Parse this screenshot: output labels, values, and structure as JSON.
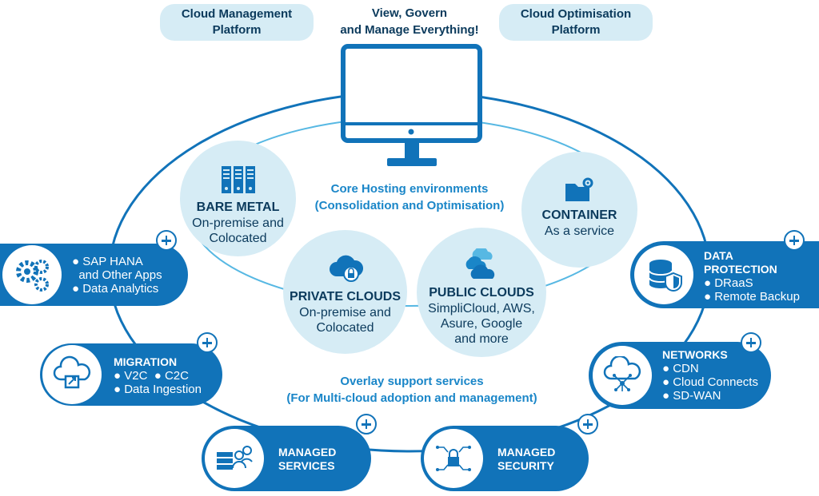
{
  "header": {
    "left_pill": [
      "Cloud Management",
      "Platform"
    ],
    "center": [
      "View, Govern",
      "and Manage Everything!"
    ],
    "right_pill": [
      "Cloud Optimisation",
      "Platform"
    ]
  },
  "core": {
    "line1": "Core Hosting environments",
    "line2": "(Consolidation and Optimisation)"
  },
  "overlay": {
    "line1": "Overlay support services",
    "line2": "(For Multi-cloud adoption and management)"
  },
  "circles": {
    "bare_metal": {
      "title": "BARE METAL",
      "sub1": "On-premise and",
      "sub2": "Colocated"
    },
    "container": {
      "title": "CONTAINER",
      "sub1": "As a service"
    },
    "private": {
      "title": "PRIVATE CLOUDS",
      "sub1": "On-premise and",
      "sub2": "Colocated"
    },
    "public": {
      "title": "PUBLIC CLOUDS",
      "sub1": "SimpliCloud, AWS,",
      "sub2": "Asure, Google",
      "sub3": "and more"
    }
  },
  "badges": {
    "sap": {
      "items": [
        "● SAP HANA",
        "  and Other Apps",
        "● Data Analytics"
      ]
    },
    "migration": {
      "title": "MIGRATION",
      "items": [
        "● V2C  ● C2C",
        "● Data Ingestion"
      ]
    },
    "managed_services": {
      "title1": "MANAGED",
      "title2": "SERVICES"
    },
    "managed_security": {
      "title1": "MANAGED",
      "title2": "SECURITY"
    },
    "data_protection": {
      "title1": "DATA",
      "title2": "PROTECTION",
      "items": [
        "● DRaaS",
        "● Remote Backup"
      ]
    },
    "networks": {
      "title": "NETWORKS",
      "items": [
        "● CDN",
        "● Cloud Connects",
        "● SD-WAN"
      ]
    }
  },
  "colors": {
    "primary_blue": "#1173b9",
    "light_blue": "#d6ecf5",
    "accent_blue": "#1a86c8",
    "dark_text": "#0b3a5c"
  }
}
